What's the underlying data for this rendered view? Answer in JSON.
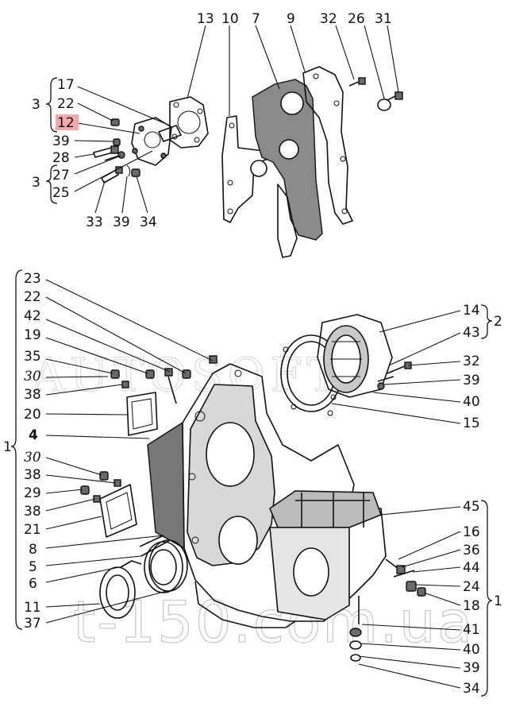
{
  "watermarks": {
    "autosoft": "AUTOSOFT",
    "site": "t-150.com.ua"
  },
  "top_labels": {
    "l13": "13",
    "l10": "10",
    "l7": "7",
    "l9": "9",
    "l32": "32",
    "l26": "26",
    "l31": "31",
    "l17": "17",
    "l22": "22",
    "l12": "12",
    "l39a": "39",
    "l28": "28",
    "l27": "27",
    "l25": "25",
    "l33": "33",
    "l39b": "39",
    "l34": "34",
    "g3a": "3",
    "g3b": "3"
  },
  "left_labels": {
    "l23": "23",
    "l22": "22",
    "l42": "42",
    "l19": "19",
    "l35": "35",
    "l30a": "30",
    "l38a": "38",
    "l20": "20",
    "l4": "4",
    "g1": "1",
    "l30b": "30",
    "l38b": "38",
    "l29": "29",
    "l38c": "38",
    "l21": "21",
    "l8": "8",
    "l5": "5",
    "l6": "6",
    "l11": "11",
    "l37": "37"
  },
  "right_labels": {
    "l14": "14",
    "l43": "43",
    "g2": "2",
    "l32": "32",
    "l39a": "39",
    "l40a": "40",
    "l15": "15",
    "l45": "45",
    "l16": "16",
    "l36": "36",
    "l44": "44",
    "l24": "24",
    "l18": "18",
    "g1": "1",
    "l41": "41",
    "l40b": "40",
    "l39b": "39",
    "l34": "34"
  },
  "highlight_color": "#f4a9a9"
}
